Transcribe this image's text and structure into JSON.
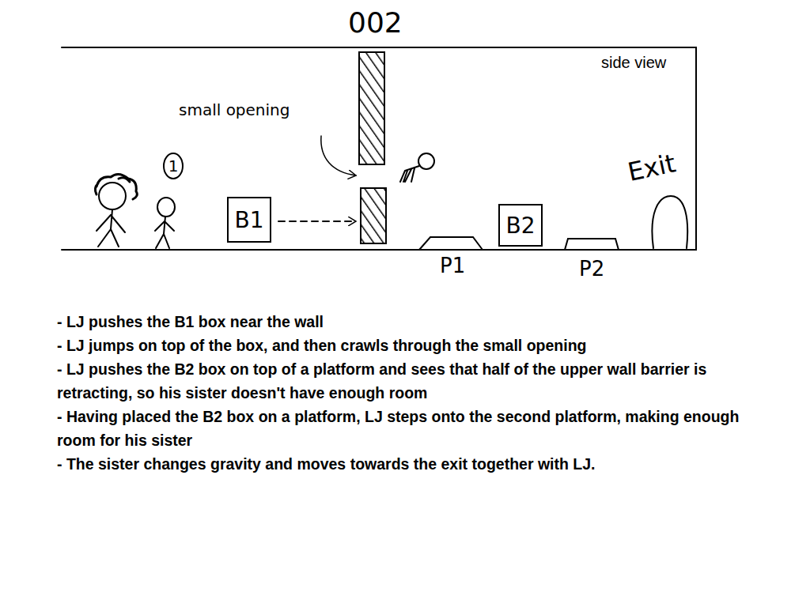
{
  "diagram": {
    "title": "002",
    "nodes": [
      {
        "text": [
          "1"
        ]
      },
      {
        "text": [
          "B1"
        ]
      },
      {
        "text": [
          "B2"
        ]
      }
    ],
    "labels": [
      "side view",
      "small opening",
      "Exit",
      "P1",
      "P2",
      "- LJ pushes the B1 box near the wall",
      "- LJ jumps on top of the box, and then crawls through the small opening",
      "- LJ pushes the B2 box on top of a platform and sees that half of the upper wall barrier is retracting, so his sister doesn't have enough room",
      "- Having placed the B2 box on a platform, LJ steps onto the second platform, making enough room for his sister",
      "- The sister changes gravity and moves towards the exit together with LJ."
    ]
  }
}
